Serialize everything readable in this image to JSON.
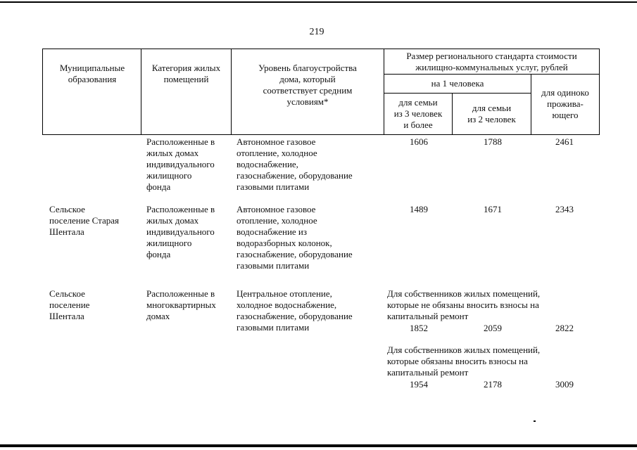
{
  "page_number": "219",
  "table": {
    "headers": {
      "municipality": "Муниципальные\nобразования",
      "category": "Категория жилых\nпомещений",
      "level": "Уровень благоустройства\nдома, который\nсоответствует средним\nусловиям*",
      "size_group": "Размер регионального стандарта стоимости\nжилищно-коммунальных услуг, рублей",
      "per_person": "на 1 человека",
      "family3": "для семьи\nиз 3 человек\nи более",
      "family2": "для семьи\nиз 2 человек",
      "single": "для одиноко\nпрожива-\nющего"
    },
    "rows": [
      {
        "municipality": "",
        "category": "Расположенные в\nжилых домах\nиндивидуального\nжилищного\nфонда",
        "level": "Автономное газовое\nотопление, холодное\nводоснабжение,\nгазоснабжение, оборудование\nгазовыми плитами",
        "family3": "1606",
        "family2": "1788",
        "single": "2461"
      },
      {
        "municipality": "Сельское\nпоселение Старая\nШентала",
        "category": "Расположенные в\nжилых домах\nиндивидуального\nжилищного\nфонда",
        "level": "Автономное газовое\nотопление, холодное\nводоснабжение из\nводоразборных колонок,\nгазоснабжение, оборудование\nгазовыми плитами",
        "family3": "1489",
        "family2": "1671",
        "single": "2343"
      },
      {
        "municipality": "Сельское\nпоселение\nШентала",
        "category": "Расположенные в\nмногоквартирных\nдомах",
        "level": "Центральное отопление,\nхолодное водоснабжение,\nгазоснабжение, оборудование\nгазовыми плитами",
        "subgroups": [
          {
            "note": "Для собственников жилых помещений,\nкоторые не обязаны вносить взносы на\nкапитальный ремонт",
            "family3": "1852",
            "family2": "2059",
            "single": "2822"
          },
          {
            "note": "Для собственников  жилых помещений,\nкоторые обязаны вносить взносы на\nкапитальный ремонт",
            "family3": "1954",
            "family2": "2178",
            "single": "3009"
          }
        ]
      }
    ]
  }
}
